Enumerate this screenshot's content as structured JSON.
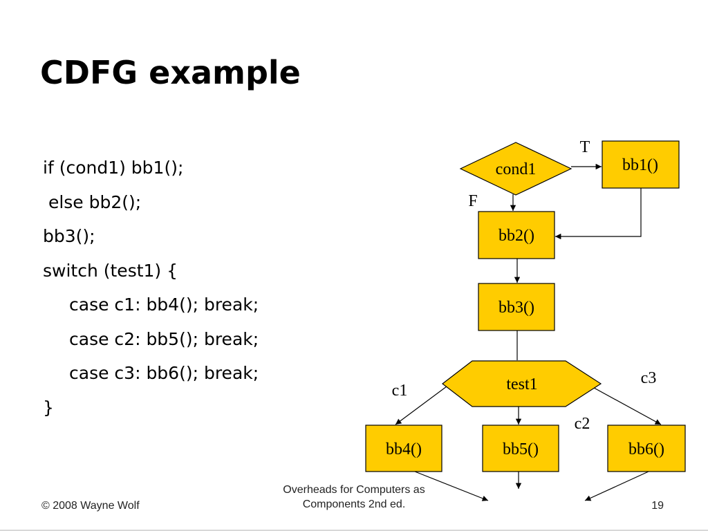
{
  "title": "CDFG example",
  "code_lines": [
    "if (cond1) bb1();",
    " else bb2();",
    "bb3();",
    "switch (test1) {",
    "case c1: bb4(); break;",
    "case c2: bb5(); break;",
    "case c3: bb6(); break;",
    "}"
  ],
  "diagram": {
    "nodes": {
      "cond1": "cond1",
      "bb1": "bb1()",
      "bb2": "bb2()",
      "bb3": "bb3()",
      "test1": "test1",
      "bb4": "bb4()",
      "bb5": "bb5()",
      "bb6": "bb6()"
    },
    "edge_labels": {
      "true": "T",
      "false": "F",
      "c1": "c1",
      "c2": "c2",
      "c3": "c3"
    },
    "colors": {
      "fill": "#FFCC00",
      "stroke": "#000000"
    }
  },
  "footer": {
    "copyright": "© 2008 Wayne Wolf",
    "source_line1": "Overheads for Computers as",
    "source_line2": "Components 2nd ed.",
    "page_number": "19"
  }
}
